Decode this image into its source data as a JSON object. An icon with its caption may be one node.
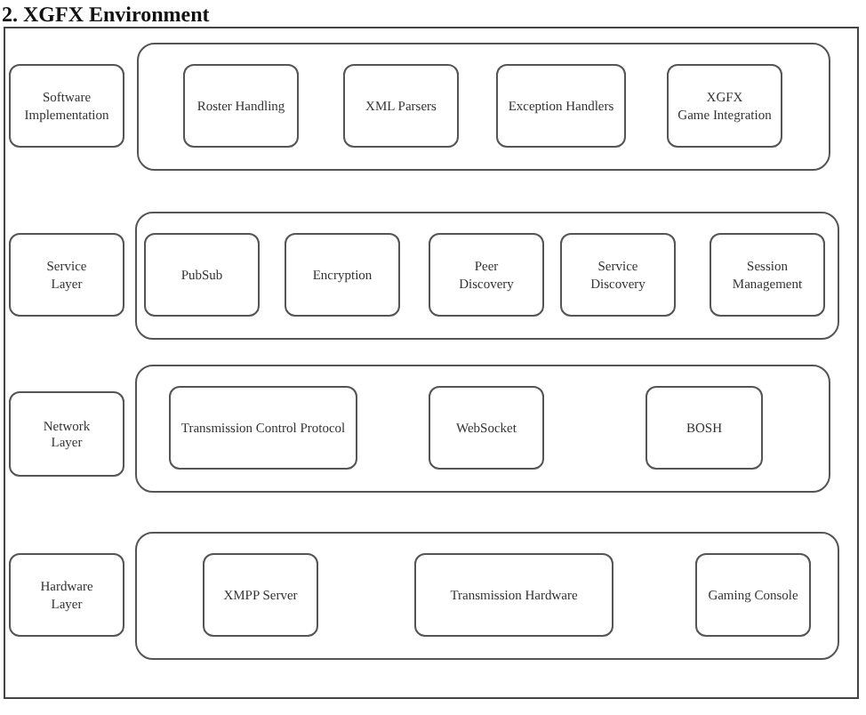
{
  "diagram": {
    "title": "2. XGFX Environment",
    "nodes": [
      {
        "text": [],
        "shape": "box"
      },
      {
        "text": [
          "Software Implementation"
        ],
        "in": 0
      },
      {
        "text": [],
        "shape": "box",
        "in": 0
      },
      {
        "text": [
          "Roster Handling"
        ],
        "in": 2
      },
      {
        "text": [
          "XML Parsers"
        ],
        "in": 2
      },
      {
        "text": [
          "Exception Handlers"
        ],
        "in": 2
      },
      {
        "text": [
          "XGFX Game Integration"
        ],
        "in": 2
      },
      {
        "text": [
          "Service Layer"
        ],
        "in": 0
      },
      {
        "text": [],
        "shape": "box",
        "in": 0
      },
      {
        "text": [
          "PubSub"
        ],
        "in": 8
      },
      {
        "text": [
          "Encryption"
        ],
        "in": 8
      },
      {
        "text": [
          "Peer Discovery"
        ],
        "in": 8
      },
      {
        "text": [
          "Service Discovery"
        ],
        "in": 8
      },
      {
        "text": [
          "Session Management"
        ],
        "in": 8
      },
      {
        "text": [
          "Network Layer"
        ],
        "in": 0
      },
      {
        "text": [],
        "shape": "box",
        "in": 0
      },
      {
        "text": [
          "Transmission Control Protocol"
        ],
        "in": 15
      },
      {
        "text": [
          "WebSocket"
        ],
        "in": 15
      },
      {
        "text": [
          "BOSH"
        ],
        "in": 15
      },
      {
        "text": [
          "Hardware Layer"
        ],
        "in": 0
      },
      {
        "text": [],
        "shape": "box",
        "in": 0
      },
      {
        "text": [
          "XMPP Server"
        ],
        "in": 20
      },
      {
        "text": [
          "Transmission Hardware"
        ],
        "in": 20
      },
      {
        "text": [
          "Gaming Console"
        ],
        "in": 20
      }
    ]
  }
}
